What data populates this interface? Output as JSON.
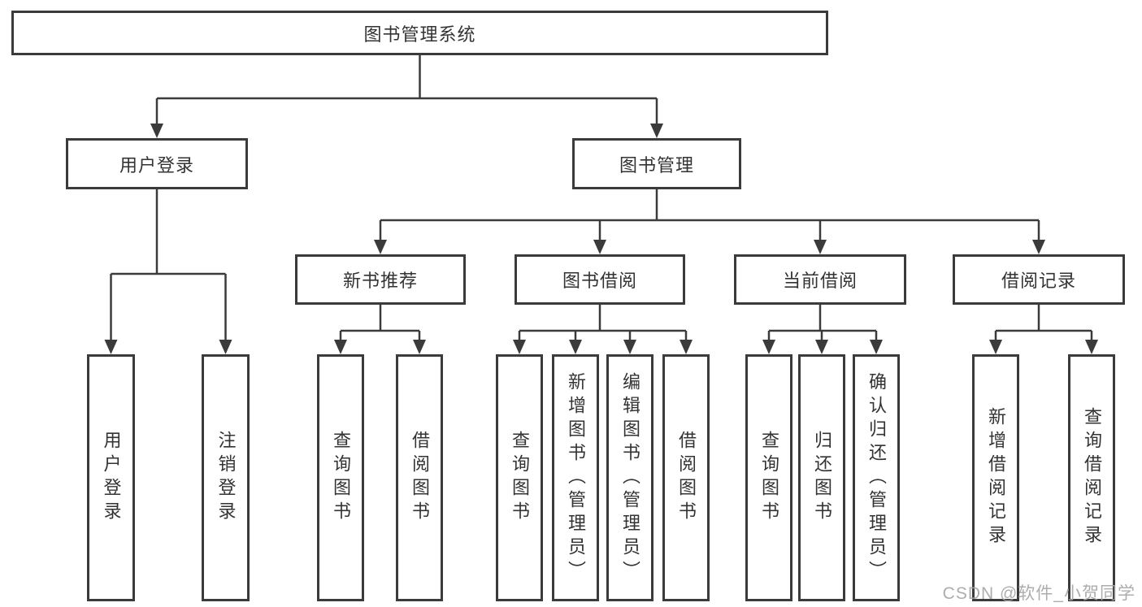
{
  "colors": {
    "line": "#3b3b3b",
    "border": "#3b3b3b",
    "text": "#333333",
    "background": "#ffffff",
    "watermark": "#a4a4a4"
  },
  "tree": {
    "root": {
      "label": "图书管理系统"
    },
    "level2": [
      {
        "label": "用户登录"
      },
      {
        "label": "图书管理"
      }
    ],
    "level3": [
      {
        "label": "新书推荐",
        "parent": "图书管理"
      },
      {
        "label": "图书借阅",
        "parent": "图书管理"
      },
      {
        "label": "当前借阅",
        "parent": "图书管理"
      },
      {
        "label": "借阅记录",
        "parent": "图书管理"
      }
    ],
    "leaves": [
      {
        "label": "用户登录",
        "parent": "用户登录"
      },
      {
        "label": "注销登录",
        "parent": "用户登录"
      },
      {
        "label": "查询图书",
        "parent": "新书推荐"
      },
      {
        "label": "借阅图书",
        "parent": "新书推荐"
      },
      {
        "label": "查询图书",
        "parent": "图书借阅"
      },
      {
        "label": "新增图书（管理员）",
        "parent": "图书借阅"
      },
      {
        "label": "编辑图书（管理员）",
        "parent": "图书借阅"
      },
      {
        "label": "借阅图书",
        "parent": "图书借阅"
      },
      {
        "label": "查询图书",
        "parent": "当前借阅"
      },
      {
        "label": "归还图书",
        "parent": "当前借阅"
      },
      {
        "label": "确认归还（管理员）",
        "parent": "当前借阅"
      },
      {
        "label": "新增借阅记录",
        "parent": "借阅记录"
      },
      {
        "label": "查询借阅记录",
        "parent": "借阅记录"
      }
    ]
  },
  "watermark": {
    "text": "CSDN @软件_小贺同学"
  }
}
